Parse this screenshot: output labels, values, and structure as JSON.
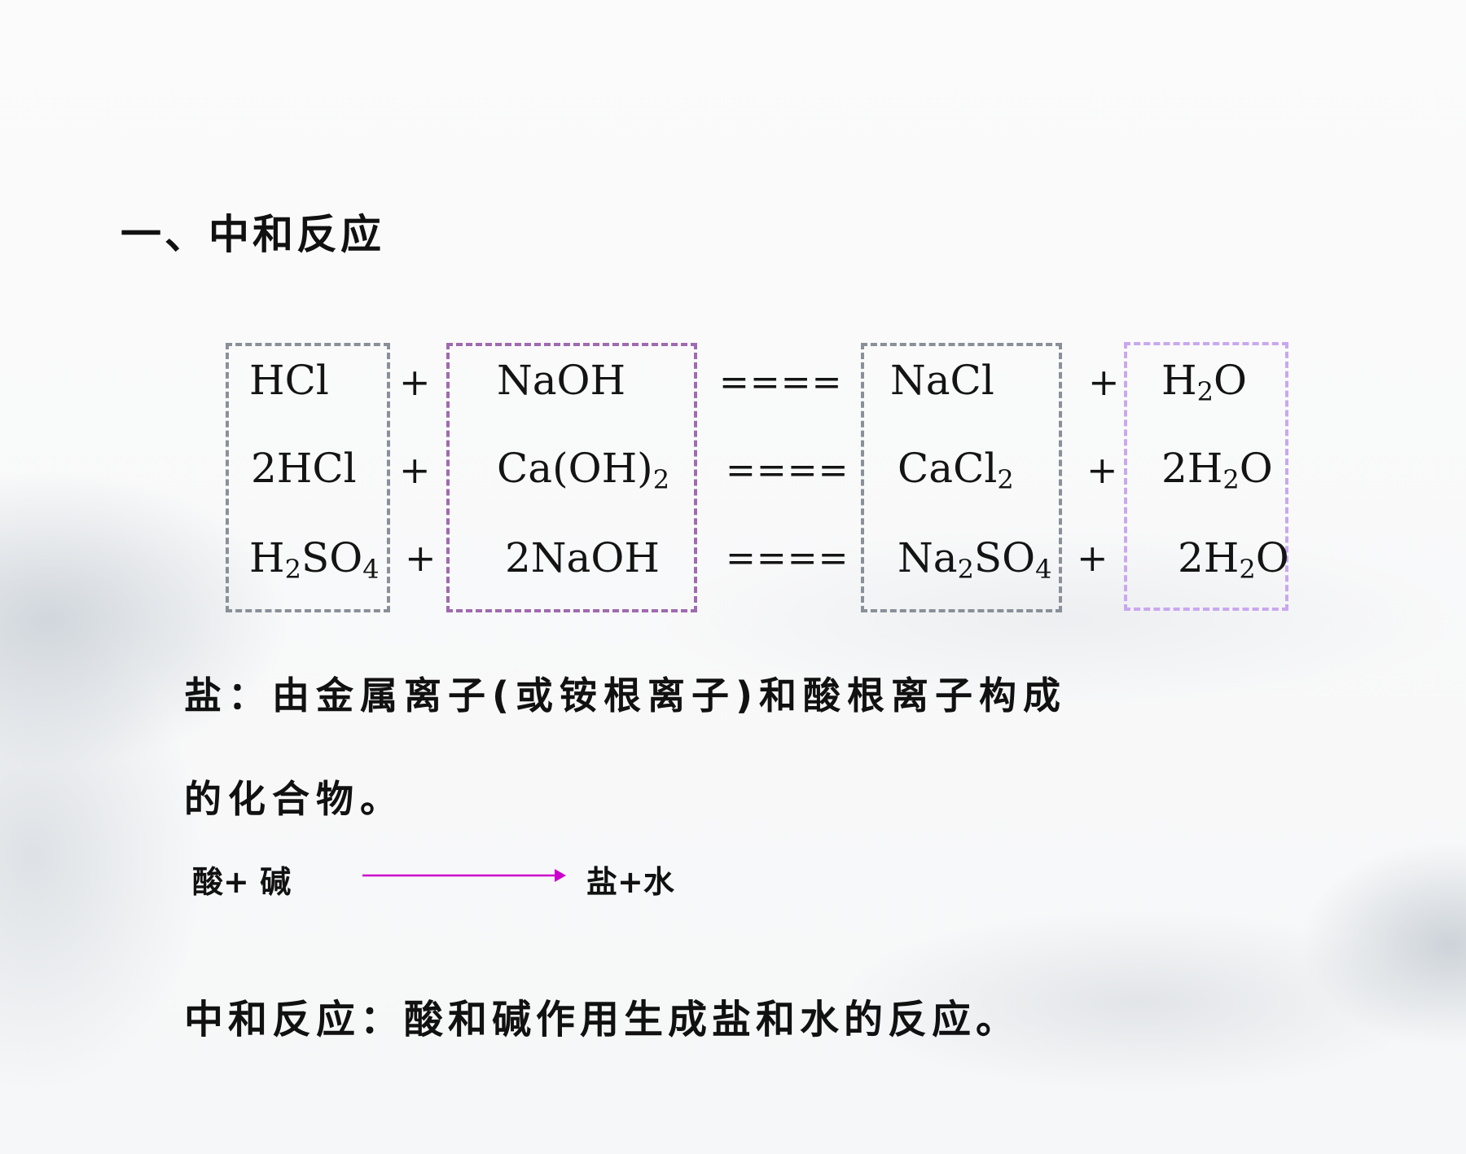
{
  "section_title": "一、中和反应",
  "equations": [
    {
      "acid": {
        "main": "HCl",
        "parts": []
      },
      "plus1": "+",
      "base": {
        "parts": [
          {
            "t": "NaOH"
          }
        ]
      },
      "equals": "====",
      "salt": {
        "parts": [
          {
            "t": "NaCl"
          }
        ]
      },
      "plus2": "+",
      "water": {
        "parts": [
          {
            "t": "H"
          },
          {
            "s": "2"
          },
          {
            "t": "O"
          }
        ]
      }
    },
    {
      "acid": {
        "parts": [
          {
            "t": "2HCl"
          }
        ]
      },
      "plus1": "+",
      "base": {
        "parts": [
          {
            "t": "Ca(OH)"
          },
          {
            "s": "2"
          }
        ]
      },
      "equals": "====",
      "salt": {
        "parts": [
          {
            "t": "CaCl"
          },
          {
            "s": "2"
          }
        ]
      },
      "plus2": "+",
      "water": {
        "parts": [
          {
            "t": "2H"
          },
          {
            "s": "2"
          },
          {
            "t": "O"
          }
        ]
      }
    },
    {
      "acid": {
        "parts": [
          {
            "t": "H"
          },
          {
            "s": "2"
          },
          {
            "t": "SO"
          },
          {
            "s": "4"
          }
        ]
      },
      "plus1": "+",
      "base": {
        "parts": [
          {
            "t": "2NaOH"
          }
        ]
      },
      "equals": "====",
      "salt": {
        "parts": [
          {
            "t": "Na"
          },
          {
            "s": "2"
          },
          {
            "t": "SO"
          },
          {
            "s": "4"
          }
        ]
      },
      "plus2": "+",
      "water": {
        "parts": [
          {
            "t": "2H"
          },
          {
            "s": "2"
          },
          {
            "t": "O"
          }
        ]
      }
    }
  ],
  "salt_definition_line1": "盐：由金属离子(或铵根离子)和酸根离子构成",
  "salt_definition_line2": "的化合物。",
  "reaction_left": "酸+ 碱",
  "reaction_right": "盐+水",
  "arrow_color": "#cc00cc",
  "neutralization_definition": "中和反应：酸和碱作用生成盐和水的反应。",
  "colors": {
    "acid_box": "#8a9099",
    "base_box": "#a06ab0",
    "salt_box": "#8a9099",
    "water_box": "#c9a8ef"
  }
}
